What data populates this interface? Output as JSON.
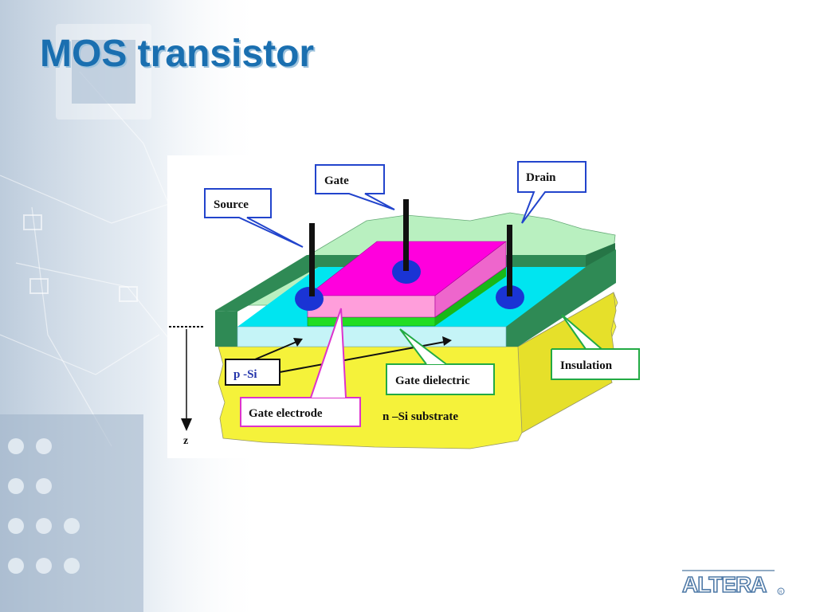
{
  "slide": {
    "title": "MOS transistor"
  },
  "diagram": {
    "labels": {
      "gate": "Gate",
      "source": "Source",
      "drain": "Drain",
      "insulation": "Insulation",
      "p_si": "p -Si",
      "gate_dielectric": "Gate dielectric",
      "gate_electrode": "Gate electrode",
      "substrate": "n –Si substrate",
      "z_axis": "z"
    },
    "colors": {
      "substrate": "#f5f23a",
      "insulation_top": "#b9f0c0",
      "insulation_side": "#2f8a55",
      "channel": "#00e5f0",
      "gate_top": "#ff00dd",
      "gate_front": "#ff9edb",
      "dielectric": "#22dd22",
      "contact": "#1a34d4",
      "callout_blue": "#2244cc",
      "callout_pink": "#dd33cc",
      "callout_green": "#22aa44"
    }
  },
  "logo": {
    "text": "ALTERA"
  }
}
